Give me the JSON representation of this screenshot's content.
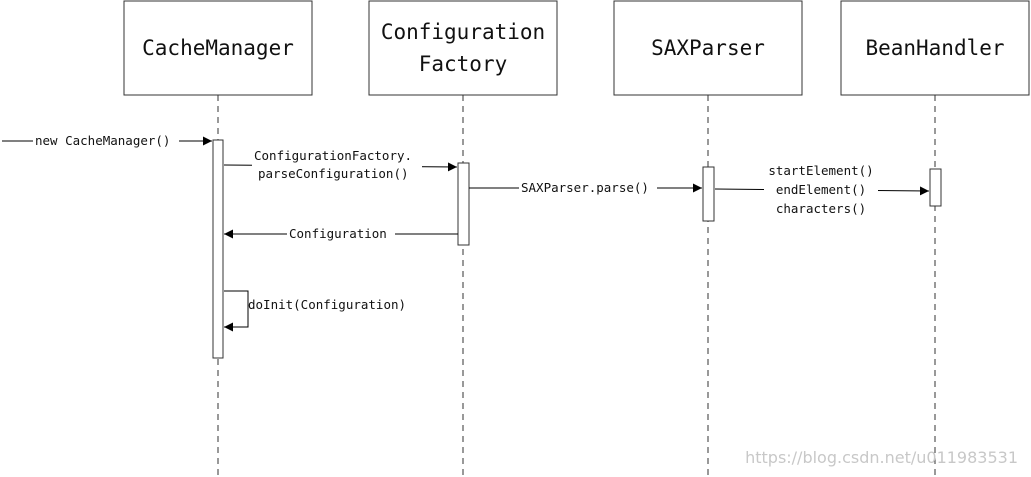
{
  "participants": [
    {
      "id": "cachemanager",
      "lines": [
        "CacheManager"
      ]
    },
    {
      "id": "configfactory",
      "lines": [
        "Configuration",
        "Factory"
      ]
    },
    {
      "id": "saxparser",
      "lines": [
        "SAXParser"
      ]
    },
    {
      "id": "beanhandler",
      "lines": [
        "BeanHandler"
      ]
    }
  ],
  "messages": {
    "new_cachemanager": [
      "new CacheManager()"
    ],
    "parse_configuration": [
      "ConfigurationFactory.",
      "parseConfiguration()"
    ],
    "sax_parse": [
      "SAXParser.parse()"
    ],
    "handler_calls": [
      "startElement()",
      "endElement()",
      "characters()"
    ],
    "return_configuration": [
      "Configuration"
    ],
    "do_init": [
      "doInit(Configuration)"
    ]
  },
  "watermark": "https://blog.csdn.net/u011983531"
}
